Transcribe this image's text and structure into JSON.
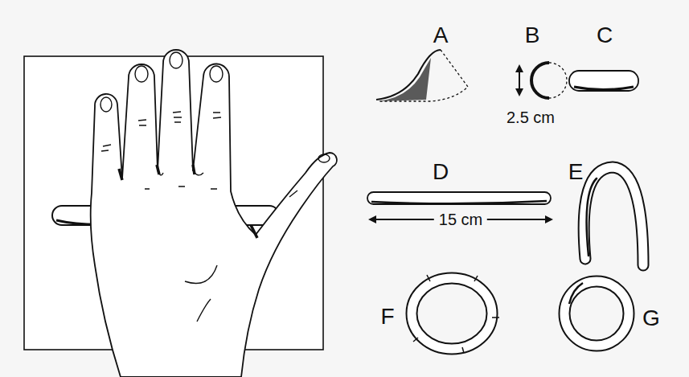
{
  "diagram": {
    "labels": [
      "A",
      "B",
      "C",
      "2.5 cm",
      "D",
      "15 cm",
      "E",
      "F",
      "G"
    ]
  }
}
